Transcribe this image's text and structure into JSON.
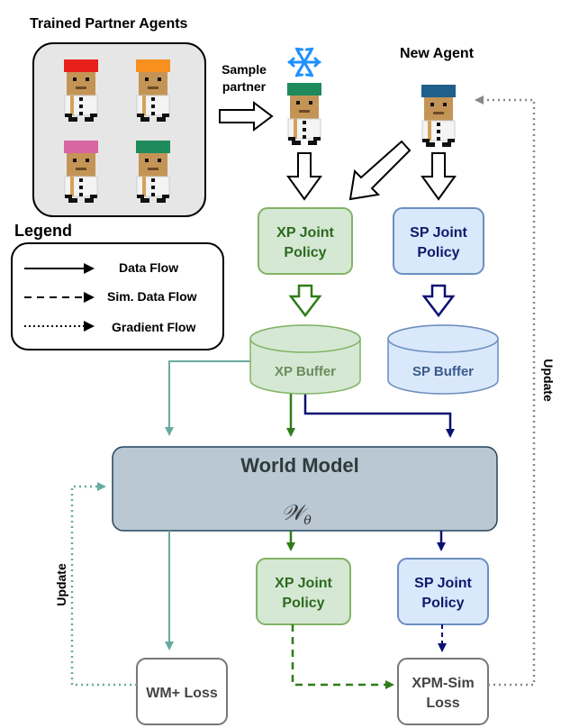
{
  "partners": {
    "title": "Trained Partner Agents",
    "hat_colors": [
      "#e8201c",
      "#f7901e",
      "#d865a4",
      "#1f8a5c"
    ]
  },
  "sample_partner": {
    "line1": "Sample",
    "line2": "partner"
  },
  "frozen_icon": "snowflake-icon",
  "new_agent": {
    "title": "New Agent",
    "hat_color": "#1f5f8b"
  },
  "xp_joint_policy_top": {
    "line1": "XP Joint",
    "line2": "Policy"
  },
  "sp_joint_policy_top": {
    "line1": "SP Joint",
    "line2": "Policy"
  },
  "xp_buffer": "XP Buffer",
  "sp_buffer": "SP Buffer",
  "world_model": {
    "title": "World Model",
    "symbol": "𝒲",
    "subscript": "θ"
  },
  "xp_joint_policy_bottom": {
    "line1": "XP Joint",
    "line2": "Policy"
  },
  "sp_joint_policy_bottom": {
    "line1": "SP Joint",
    "line2": "Policy"
  },
  "wm_loss": "WM+ Loss",
  "xpm_loss": {
    "line1": "XPM-Sim",
    "line2": "Loss"
  },
  "update_left": "Update",
  "update_right": "Update",
  "legend": {
    "title": "Legend",
    "items": [
      "Data Flow",
      "Sim. Data Flow",
      "Gradient Flow"
    ]
  },
  "colors": {
    "xp_fill": "#d5e8d4",
    "xp_stroke": "#82b366",
    "xp_text": "#2d6a1e",
    "sp_fill": "#dae8fc",
    "sp_stroke": "#6c8ebf",
    "sp_text": "#0c1a6b",
    "wm_fill": "#bac8d3",
    "wm_stroke": "#23445d",
    "teal": "#67ab9f",
    "dark_green": "#2e7d18",
    "navy": "#0a1172",
    "grey": "#777777"
  }
}
